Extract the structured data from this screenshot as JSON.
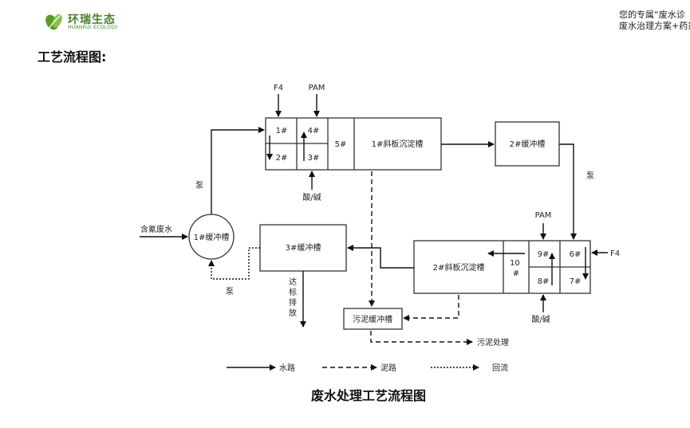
{
  "header": {
    "logo_cn": "环瑞生态",
    "logo_en": "HUANRUI ECOLOGY",
    "tagline_line1": "您的专属“废水诊",
    "tagline_line2": "废水治理方案+药剂"
  },
  "section_title": "工艺流程图:",
  "diagram": {
    "title": "废水处理工艺流程图",
    "inputs": {
      "f4_top": "F4",
      "pam_top": "PAM",
      "acid_base_top": "酸/碱",
      "pam_right": "PAM",
      "f4_right": "F4",
      "acid_base_bottom": "酸/碱",
      "cyanide_water": "含氰废水"
    },
    "labels": {
      "pump_1": "泵",
      "pump_2": "泵",
      "pump_3": "泵",
      "discharge": "达标排放",
      "sludge_treatment": "污泥处理"
    },
    "tanks": {
      "buffer1": "1#缓冲槽",
      "buffer2": "2#缓冲槽",
      "buffer3": "3#缓冲槽",
      "sludge_buffer": "污泥缓冲槽",
      "settler1": "1#斜板沉淀槽",
      "settler2": "2#斜板沉淀槽",
      "c1": "1#",
      "c2": "2#",
      "c3": "3#",
      "c4": "4#",
      "c5": "5#",
      "c6": "6#",
      "c7": "7#",
      "c8": "8#",
      "c9": "9#",
      "c10": "10#"
    },
    "legend": {
      "water": "水路",
      "sludge": "泥路",
      "reflux": "回流"
    }
  }
}
